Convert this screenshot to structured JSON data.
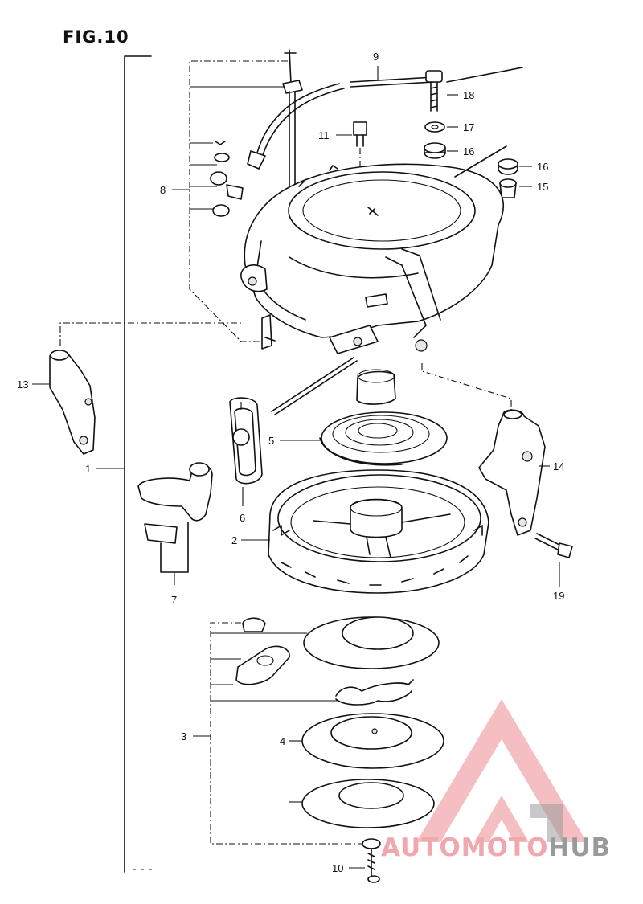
{
  "figure": {
    "title": "FIG.10"
  },
  "callouts": {
    "c1": "1",
    "c2": "2",
    "c3": "3",
    "c4": "4",
    "c5": "5",
    "c6": "6",
    "c7": "7",
    "c8": "8",
    "c9": "9",
    "c10": "10",
    "c11": "11",
    "c13": "13",
    "c14": "14",
    "c15": "15",
    "c16a": "16",
    "c16b": "16",
    "c17": "17",
    "c18": "18",
    "c19": "19"
  },
  "watermark": {
    "part1": "AUTO",
    "part2": "MOTO",
    "part3": "HUB",
    "color_primary": "#f0a8ae",
    "color_secondary": "#9a9a9a"
  }
}
